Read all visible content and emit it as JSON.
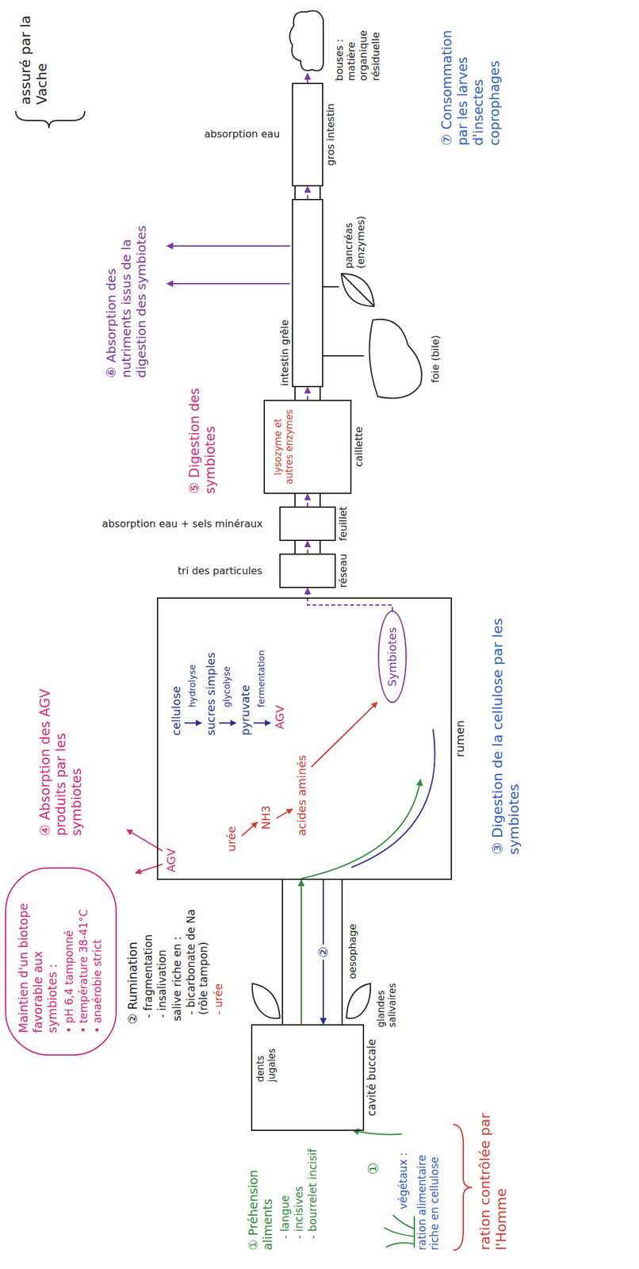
{
  "diagram": {
    "nodes": [
      {
        "text": [
          "Maintien d'un biotope favorable aux symbiotes :",
          "• pH 6,4 tamponné",
          "• température 38-41°C",
          "• anaérobie strict"
        ]
      },
      {
        "text": [
          "cavité buccale"
        ]
      },
      {
        "text": [
          "rumen"
        ]
      },
      {
        "text": [
          "Symbiotes"
        ],
        "in": 2
      },
      {
        "text": [
          "réseau"
        ]
      },
      {
        "text": [
          "feuillet"
        ]
      },
      {
        "text": [
          "caillette",
          "lysozyme et autres enzymes"
        ]
      },
      {
        "text": [
          "intestin grêle"
        ]
      },
      {
        "text": [
          "gros intestin"
        ]
      },
      {
        "text": [
          "bouses : matière organique résiduelle"
        ]
      },
      {
        "text": [
          "pancréas (enzymes)"
        ]
      },
      {
        "text": [
          "foie (bile)"
        ]
      }
    ],
    "edges": [
      {
        "from": 1,
        "to": 2,
        "arrow": "to"
      },
      {
        "from": 2,
        "to": 1,
        "arrow": "to",
        "label": "②"
      },
      {
        "from": 3,
        "to": 4,
        "arrow": "to"
      },
      {
        "from": 4,
        "to": 5,
        "arrow": "to"
      },
      {
        "from": 5,
        "to": 6,
        "arrow": "to"
      },
      {
        "from": 6,
        "to": 7,
        "arrow": "to"
      },
      {
        "from": 7,
        "to": 8,
        "arrow": "to"
      },
      {
        "from": 8,
        "to": 9,
        "arrow": "to"
      },
      {
        "from": 10,
        "to": 7,
        "arrow": "none"
      },
      {
        "from": 11,
        "to": 7,
        "arrow": "none"
      }
    ],
    "labels": [
      "④ Absorption des AGV produits par les symbiotes",
      "② Rumination",
      "- fragmentation",
      "- insalivation",
      "salive riche en :",
      "- bicarbonate de Na (rôle tampon)",
      "- urée",
      "① Préhension aliments",
      "- langue",
      "- incisives",
      "- bourrelet incisif",
      "végétaux :",
      "ration alimentaire riche en cellulose",
      "ration contrôlée par l'Homme",
      "①",
      "dents jugales",
      "glandes salivaires",
      "oesophage",
      "AGV",
      "cellulose",
      "hydrolyse",
      "sucres simples",
      "glycolyse",
      "pyruvate",
      "fermentation",
      "AGV",
      "urée",
      "NH3",
      "acides aminés",
      "③ Digestion de la cellulose par les symbiotes",
      "tri des particules",
      "absorption eau + sels minéraux",
      "⑤ Digestion des symbiotes",
      "⑥ Absorption des nutriments issus de la digestion des symbiotes",
      "absorption eau",
      "assuré par la Vache",
      "⑦ Consommation par les larves d'insectes coprophages"
    ]
  }
}
